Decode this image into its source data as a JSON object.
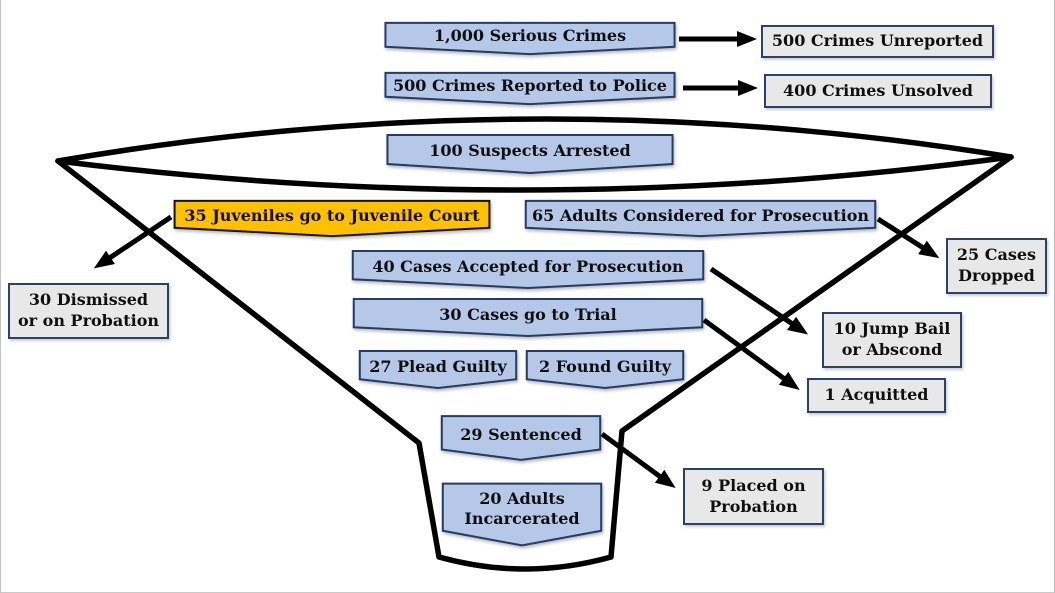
{
  "colors": {
    "stage_fill": "#B6C8E8",
    "stage_border": "#243C66",
    "juvenile_fill": "#FFC000",
    "outcome_fill": "#E8E8E8",
    "outcome_border": "#2B4168",
    "funnel_stroke": "#000000",
    "arrow": "#000000"
  },
  "boxes": {
    "serious_crimes": {
      "label": "1,000 Serious Crimes"
    },
    "reported": {
      "label": "500 Crimes Reported to Police"
    },
    "arrested": {
      "label": "100 Suspects Arrested"
    },
    "juveniles": {
      "label": "35 Juveniles go to Juvenile Court"
    },
    "adults": {
      "label": "65 Adults Considered for Prosecution"
    },
    "accepted": {
      "label": "40 Cases Accepted for Prosecution"
    },
    "trial": {
      "label": "30 Cases go to Trial"
    },
    "plead_guilty": {
      "label": "27 Plead Guilty"
    },
    "found_guilty": {
      "label": "2 Found Guilty"
    },
    "sentenced": {
      "label": "29 Sentenced"
    },
    "incarcerated": {
      "line1": "20 Adults",
      "line2": "Incarcerated"
    },
    "unreported": {
      "label": "500 Crimes Unreported"
    },
    "unsolved": {
      "label": "400 Crimes Unsolved"
    },
    "dismissed": {
      "line1": "30 Dismissed",
      "line2": "or on Probation"
    },
    "dropped": {
      "line1": "25 Cases",
      "line2": "Dropped"
    },
    "jump_bail": {
      "line1": "10 Jump Bail",
      "line2": "or Abscond"
    },
    "acquitted": {
      "label": "1 Acquitted"
    },
    "probation": {
      "line1": "9 Placed on",
      "line2": "Probation"
    }
  },
  "flows": [
    {
      "from": "1,000 Serious Crimes",
      "to": "500 Crimes Unreported"
    },
    {
      "from": "500 Crimes Reported to Police",
      "to": "400 Crimes Unsolved"
    },
    {
      "from": "35 Juveniles go to Juvenile Court",
      "to": "30 Dismissed or on Probation"
    },
    {
      "from": "65 Adults Considered for Prosecution",
      "to": "25 Cases Dropped"
    },
    {
      "from": "40 Cases Accepted for Prosecution",
      "to": "10 Jump Bail or Abscond"
    },
    {
      "from": "30 Cases go to Trial",
      "to": "1 Acquitted"
    },
    {
      "from": "29 Sentenced",
      "to": "9 Placed on Probation"
    }
  ]
}
